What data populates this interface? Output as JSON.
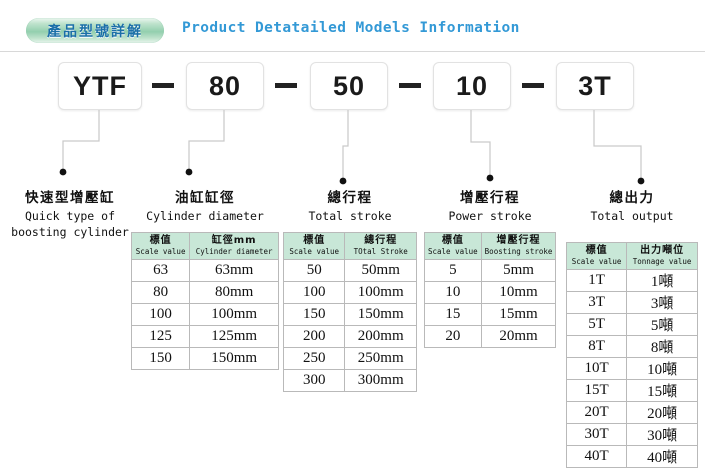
{
  "header": {
    "badge_label": "產品型號詳解",
    "title": "Product Detatailed Models Information",
    "badge_color": "#93cfae",
    "title_color": "#3399d6"
  },
  "model_code": {
    "segments": [
      "YTF",
      "80",
      "50",
      "10",
      "3T"
    ],
    "separator": "—"
  },
  "columns": [
    {
      "title_cn": "快速型增壓缸",
      "title_en_line1": "Quick type of",
      "title_en_line2": "boosting cylinder",
      "table": null
    },
    {
      "title_cn": "油缸缸徑",
      "title_en_line1": "Cylinder diameter",
      "title_en_line2": "",
      "table": {
        "headers": [
          {
            "cn": "標值",
            "en": "Scale value"
          },
          {
            "cn": "缸徑mm",
            "en": "Cylinder diameter"
          }
        ],
        "rows": [
          [
            "63",
            "63mm"
          ],
          [
            "80",
            "80mm"
          ],
          [
            "100",
            "100mm"
          ],
          [
            "125",
            "125mm"
          ],
          [
            "150",
            "150mm"
          ]
        ]
      }
    },
    {
      "title_cn": "總行程",
      "title_en_line1": "Total stroke",
      "title_en_line2": "",
      "table": {
        "headers": [
          {
            "cn": "標值",
            "en": "Scale value"
          },
          {
            "cn": "總行程",
            "en": "TOtal Stroke"
          }
        ],
        "rows": [
          [
            "50",
            "50mm"
          ],
          [
            "100",
            "100mm"
          ],
          [
            "150",
            "150mm"
          ],
          [
            "200",
            "200mm"
          ],
          [
            "250",
            "250mm"
          ],
          [
            "300",
            "300mm"
          ]
        ]
      }
    },
    {
      "title_cn": "增壓行程",
      "title_en_line1": "Power stroke",
      "title_en_line2": "",
      "table": {
        "headers": [
          {
            "cn": "標值",
            "en": "Scale value"
          },
          {
            "cn": "增壓行程",
            "en": "Boosting stroke"
          }
        ],
        "rows": [
          [
            "5",
            "5mm"
          ],
          [
            "10",
            "10mm"
          ],
          [
            "15",
            "15mm"
          ],
          [
            "20",
            "20mm"
          ]
        ]
      }
    },
    {
      "title_cn": "總出力",
      "title_en_line1": "Total output",
      "title_en_line2": "",
      "table": {
        "headers": [
          {
            "cn": "標值",
            "en": "Scale value"
          },
          {
            "cn": "出力噸位",
            "en": "Tonnage value"
          }
        ],
        "rows": [
          [
            "1T",
            "1噸"
          ],
          [
            "3T",
            "3噸"
          ],
          [
            "5T",
            "5噸"
          ],
          [
            "8T",
            "8噸"
          ],
          [
            "10T",
            "10噸"
          ],
          [
            "15T",
            "15噸"
          ],
          [
            "20T",
            "20噸"
          ],
          [
            "30T",
            "30噸"
          ],
          [
            "40T",
            "40噸"
          ]
        ]
      }
    }
  ]
}
